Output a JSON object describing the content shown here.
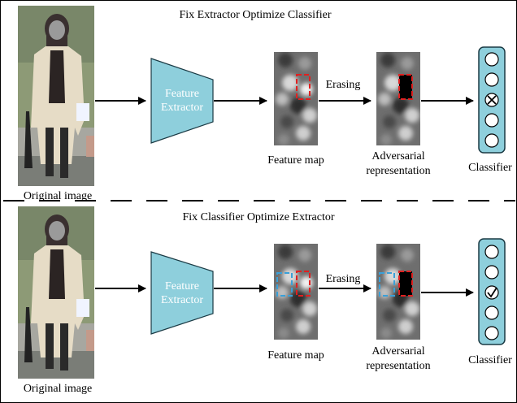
{
  "panels": [
    {
      "title": "Fix Extractor Optimize Classifier",
      "original_label": "Original image",
      "extractor_label_line1": "Feature",
      "extractor_label_line2": "Extractor",
      "feature_map_label": "Feature map",
      "erasing_label": "Erasing",
      "adv_label_line1": "Adversarial",
      "adv_label_line2": "representation",
      "classifier_label": "Classifier",
      "classifier_active_icon": "cross-circle-icon",
      "show_blue_box": false
    },
    {
      "title": "Fix Classifier Optimize Extractor",
      "original_label": "Original image",
      "extractor_label_line1": "Feature",
      "extractor_label_line2": "Extractor",
      "feature_map_label": "Feature map",
      "erasing_label": "Erasing",
      "adv_label_line1": "Adversarial",
      "adv_label_line2": "representation",
      "classifier_label": "Classifier",
      "classifier_active_icon": "check-circle-icon",
      "show_blue_box": true
    }
  ],
  "colors": {
    "extractor_fill": "#8ecfdc",
    "classifier_fill": "#8ecfdc",
    "red_box": "#e02020",
    "blue_box": "#3aa0d8",
    "arrow": "#000000"
  }
}
